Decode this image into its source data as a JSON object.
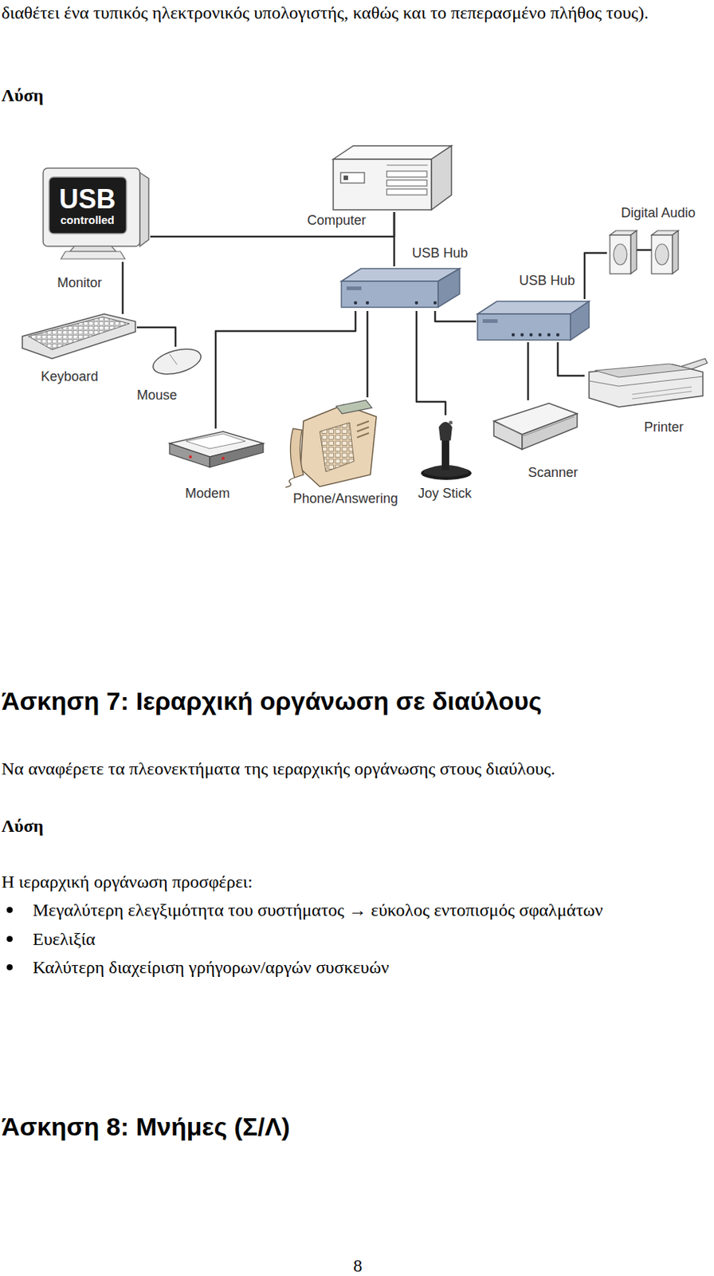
{
  "diagram": {
    "nodes": [
      {
        "text": [
          "USB controlled",
          "Monitor"
        ]
      },
      {
        "text": [
          "Computer"
        ]
      },
      {
        "text": [
          "USB Hub"
        ]
      },
      {
        "text": [
          "Digital Audio"
        ]
      },
      {
        "text": [
          "USB Hub"
        ]
      },
      {
        "text": [
          "Keyboard"
        ]
      },
      {
        "text": [
          "Mouse"
        ]
      },
      {
        "text": [
          "Printer"
        ]
      },
      {
        "text": [
          "Scanner"
        ]
      },
      {
        "text": [
          "Modem"
        ]
      },
      {
        "text": [
          "Phone/Answering"
        ]
      },
      {
        "text": [
          "Joy Stick"
        ]
      }
    ],
    "edges": [
      {
        "from": 1,
        "to": 0,
        "arrow": "none"
      },
      {
        "from": 1,
        "to": 2,
        "arrow": "none"
      },
      {
        "from": 0,
        "to": 5,
        "arrow": "none"
      },
      {
        "from": 5,
        "to": 6,
        "arrow": "none"
      },
      {
        "from": 2,
        "to": 4,
        "arrow": "none"
      },
      {
        "from": 2,
        "to": 9,
        "arrow": "none"
      },
      {
        "from": 2,
        "to": 10,
        "arrow": "none"
      },
      {
        "from": 2,
        "to": 11,
        "arrow": "none"
      },
      {
        "from": 4,
        "to": 3,
        "arrow": "none"
      },
      {
        "from": 4,
        "to": 7,
        "arrow": "none"
      },
      {
        "from": 4,
        "to": 8,
        "arrow": "none"
      }
    ],
    "labels": [
      "διαθέτει ένα τυπικός ηλεκτρονικός υπολογιστής, καθώς και το πεπερασμένο πλήθος τους).",
      "Λύση",
      "Άσκηση 7: Ιεραρχική οργάνωση σε διαύλους",
      "Να αναφέρετε τα πλεονεκτήματα της ιεραρχικής οργάνωσης στους διαύλους.",
      "Λύση",
      "Η ιεραρχική οργάνωση προσφέρει:",
      "Μεγαλύτερη ελεγξιμότητα του συστήματος → εύκολος εντοπισμός σφαλμάτων",
      "Ευελιξία",
      "Καλύτερη διαχείριση γρήγορων/αργών συσκευών",
      "Άσκηση 8: Μνήμες (Σ/Λ)",
      "8"
    ]
  }
}
